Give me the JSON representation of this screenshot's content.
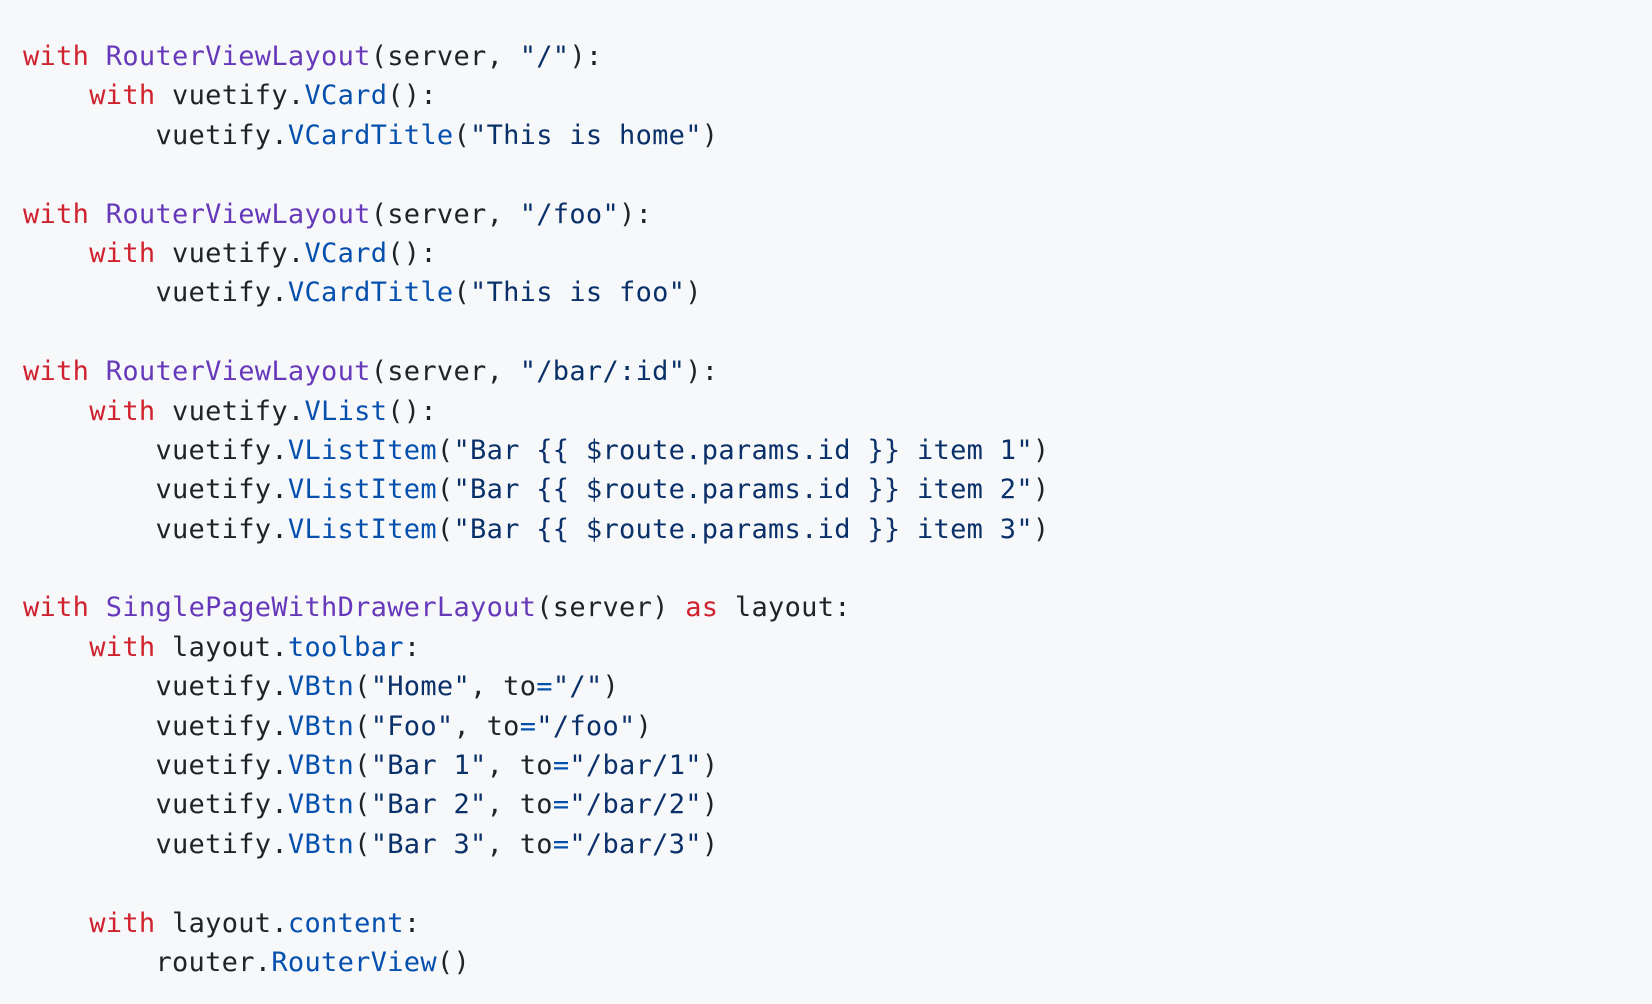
{
  "colors": {
    "background": "#f6f8fa",
    "keyword": "#cf222e",
    "class_name": "#6639ba",
    "attribute": "#0550ae",
    "string": "#0a3069",
    "plain": "#1f2328"
  },
  "code": {
    "lines": [
      [
        {
          "t": "with",
          "k": "kw"
        },
        {
          "t": " ",
          "k": "plain"
        },
        {
          "t": "RouterViewLayout",
          "k": "cls"
        },
        {
          "t": "(server, ",
          "k": "plain"
        },
        {
          "t": "\"/\"",
          "k": "str"
        },
        {
          "t": "):",
          "k": "plain"
        }
      ],
      [
        {
          "t": "    ",
          "k": "plain"
        },
        {
          "t": "with",
          "k": "kw"
        },
        {
          "t": " vuetify.",
          "k": "plain"
        },
        {
          "t": "VCard",
          "k": "attr"
        },
        {
          "t": "():",
          "k": "plain"
        }
      ],
      [
        {
          "t": "        vuetify.",
          "k": "plain"
        },
        {
          "t": "VCardTitle",
          "k": "attr"
        },
        {
          "t": "(",
          "k": "plain"
        },
        {
          "t": "\"This is home\"",
          "k": "str"
        },
        {
          "t": ")",
          "k": "plain"
        }
      ],
      [],
      [
        {
          "t": "with",
          "k": "kw"
        },
        {
          "t": " ",
          "k": "plain"
        },
        {
          "t": "RouterViewLayout",
          "k": "cls"
        },
        {
          "t": "(server, ",
          "k": "plain"
        },
        {
          "t": "\"/foo\"",
          "k": "str"
        },
        {
          "t": "):",
          "k": "plain"
        }
      ],
      [
        {
          "t": "    ",
          "k": "plain"
        },
        {
          "t": "with",
          "k": "kw"
        },
        {
          "t": " vuetify.",
          "k": "plain"
        },
        {
          "t": "VCard",
          "k": "attr"
        },
        {
          "t": "():",
          "k": "plain"
        }
      ],
      [
        {
          "t": "        vuetify.",
          "k": "plain"
        },
        {
          "t": "VCardTitle",
          "k": "attr"
        },
        {
          "t": "(",
          "k": "plain"
        },
        {
          "t": "\"This is foo\"",
          "k": "str"
        },
        {
          "t": ")",
          "k": "plain"
        }
      ],
      [],
      [
        {
          "t": "with",
          "k": "kw"
        },
        {
          "t": " ",
          "k": "plain"
        },
        {
          "t": "RouterViewLayout",
          "k": "cls"
        },
        {
          "t": "(server, ",
          "k": "plain"
        },
        {
          "t": "\"/bar/:id\"",
          "k": "str"
        },
        {
          "t": "):",
          "k": "plain"
        }
      ],
      [
        {
          "t": "    ",
          "k": "plain"
        },
        {
          "t": "with",
          "k": "kw"
        },
        {
          "t": " vuetify.",
          "k": "plain"
        },
        {
          "t": "VList",
          "k": "attr"
        },
        {
          "t": "():",
          "k": "plain"
        }
      ],
      [
        {
          "t": "        vuetify.",
          "k": "plain"
        },
        {
          "t": "VListItem",
          "k": "attr"
        },
        {
          "t": "(",
          "k": "plain"
        },
        {
          "t": "\"Bar {{ $route.params.id }} item 1\"",
          "k": "str"
        },
        {
          "t": ")",
          "k": "plain"
        }
      ],
      [
        {
          "t": "        vuetify.",
          "k": "plain"
        },
        {
          "t": "VListItem",
          "k": "attr"
        },
        {
          "t": "(",
          "k": "plain"
        },
        {
          "t": "\"Bar {{ $route.params.id }} item 2\"",
          "k": "str"
        },
        {
          "t": ")",
          "k": "plain"
        }
      ],
      [
        {
          "t": "        vuetify.",
          "k": "plain"
        },
        {
          "t": "VListItem",
          "k": "attr"
        },
        {
          "t": "(",
          "k": "plain"
        },
        {
          "t": "\"Bar {{ $route.params.id }} item 3\"",
          "k": "str"
        },
        {
          "t": ")",
          "k": "plain"
        }
      ],
      [],
      [
        {
          "t": "with",
          "k": "kw"
        },
        {
          "t": " ",
          "k": "plain"
        },
        {
          "t": "SinglePageWithDrawerLayout",
          "k": "cls"
        },
        {
          "t": "(server) ",
          "k": "plain"
        },
        {
          "t": "as",
          "k": "kw"
        },
        {
          "t": " layout:",
          "k": "plain"
        }
      ],
      [
        {
          "t": "    ",
          "k": "plain"
        },
        {
          "t": "with",
          "k": "kw"
        },
        {
          "t": " layout.",
          "k": "plain"
        },
        {
          "t": "toolbar",
          "k": "attr"
        },
        {
          "t": ":",
          "k": "plain"
        }
      ],
      [
        {
          "t": "        vuetify.",
          "k": "plain"
        },
        {
          "t": "VBtn",
          "k": "attr"
        },
        {
          "t": "(",
          "k": "plain"
        },
        {
          "t": "\"Home\"",
          "k": "str"
        },
        {
          "t": ", to",
          "k": "plain"
        },
        {
          "t": "=",
          "k": "op"
        },
        {
          "t": "\"/\"",
          "k": "str"
        },
        {
          "t": ")",
          "k": "plain"
        }
      ],
      [
        {
          "t": "        vuetify.",
          "k": "plain"
        },
        {
          "t": "VBtn",
          "k": "attr"
        },
        {
          "t": "(",
          "k": "plain"
        },
        {
          "t": "\"Foo\"",
          "k": "str"
        },
        {
          "t": ", to",
          "k": "plain"
        },
        {
          "t": "=",
          "k": "op"
        },
        {
          "t": "\"/foo\"",
          "k": "str"
        },
        {
          "t": ")",
          "k": "plain"
        }
      ],
      [
        {
          "t": "        vuetify.",
          "k": "plain"
        },
        {
          "t": "VBtn",
          "k": "attr"
        },
        {
          "t": "(",
          "k": "plain"
        },
        {
          "t": "\"Bar 1\"",
          "k": "str"
        },
        {
          "t": ", to",
          "k": "plain"
        },
        {
          "t": "=",
          "k": "op"
        },
        {
          "t": "\"/bar/1\"",
          "k": "str"
        },
        {
          "t": ")",
          "k": "plain"
        }
      ],
      [
        {
          "t": "        vuetify.",
          "k": "plain"
        },
        {
          "t": "VBtn",
          "k": "attr"
        },
        {
          "t": "(",
          "k": "plain"
        },
        {
          "t": "\"Bar 2\"",
          "k": "str"
        },
        {
          "t": ", to",
          "k": "plain"
        },
        {
          "t": "=",
          "k": "op"
        },
        {
          "t": "\"/bar/2\"",
          "k": "str"
        },
        {
          "t": ")",
          "k": "plain"
        }
      ],
      [
        {
          "t": "        vuetify.",
          "k": "plain"
        },
        {
          "t": "VBtn",
          "k": "attr"
        },
        {
          "t": "(",
          "k": "plain"
        },
        {
          "t": "\"Bar 3\"",
          "k": "str"
        },
        {
          "t": ", to",
          "k": "plain"
        },
        {
          "t": "=",
          "k": "op"
        },
        {
          "t": "\"/bar/3\"",
          "k": "str"
        },
        {
          "t": ")",
          "k": "plain"
        }
      ],
      [],
      [
        {
          "t": "    ",
          "k": "plain"
        },
        {
          "t": "with",
          "k": "kw"
        },
        {
          "t": " layout.",
          "k": "plain"
        },
        {
          "t": "content",
          "k": "attr"
        },
        {
          "t": ":",
          "k": "plain"
        }
      ],
      [
        {
          "t": "        router.",
          "k": "plain"
        },
        {
          "t": "RouterView",
          "k": "attr"
        },
        {
          "t": "()",
          "k": "plain"
        }
      ]
    ]
  }
}
